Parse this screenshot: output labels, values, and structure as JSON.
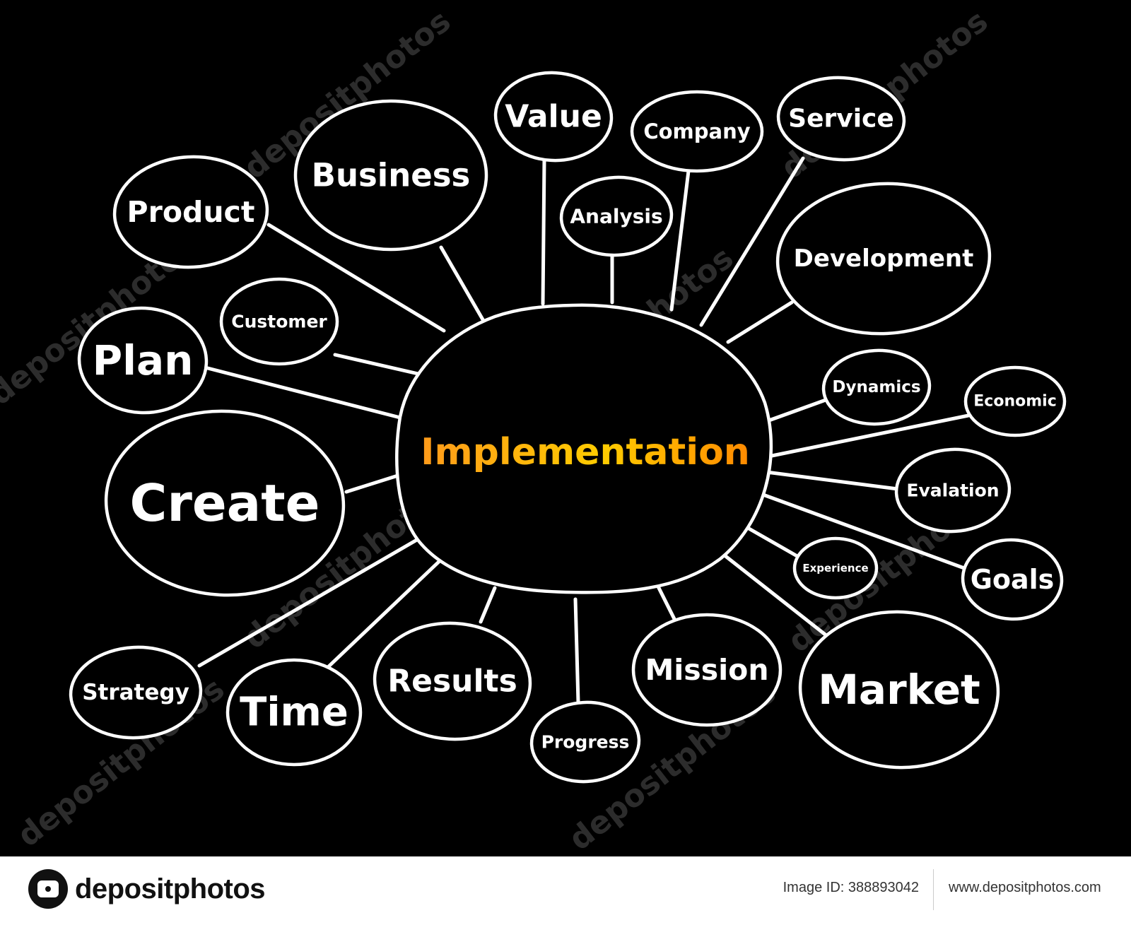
{
  "diagram": {
    "center": {
      "label": "Implementation",
      "gradient": [
        "#ff9a1a",
        "#ffcc00",
        "#ff8a00"
      ]
    },
    "nodes": [
      {
        "id": "product",
        "label": "Product"
      },
      {
        "id": "business",
        "label": "Business"
      },
      {
        "id": "value",
        "label": "Value"
      },
      {
        "id": "analysis",
        "label": "Analysis"
      },
      {
        "id": "company",
        "label": "Company"
      },
      {
        "id": "service",
        "label": "Service"
      },
      {
        "id": "development",
        "label": "Development"
      },
      {
        "id": "customer",
        "label": "Customer"
      },
      {
        "id": "plan",
        "label": "Plan"
      },
      {
        "id": "dynamics",
        "label": "Dynamics"
      },
      {
        "id": "economic",
        "label": "Economic"
      },
      {
        "id": "create",
        "label": "Create"
      },
      {
        "id": "evalation",
        "label": "Evalation"
      },
      {
        "id": "experience",
        "label": "Experience"
      },
      {
        "id": "goals",
        "label": "Goals"
      },
      {
        "id": "strategy",
        "label": "Strategy"
      },
      {
        "id": "time",
        "label": "Time"
      },
      {
        "id": "results",
        "label": "Results"
      },
      {
        "id": "progress",
        "label": "Progress"
      },
      {
        "id": "mission",
        "label": "Mission"
      },
      {
        "id": "market",
        "label": "Market"
      }
    ]
  },
  "watermark": {
    "text": "depositphotos"
  },
  "footer": {
    "brand": "depositphotos",
    "image_id": "Image ID: 388893042",
    "url": "www.depositphotos.com"
  },
  "colors": {
    "background": "#000000",
    "stroke": "#ffffff",
    "footer_bg": "#ffffff"
  }
}
